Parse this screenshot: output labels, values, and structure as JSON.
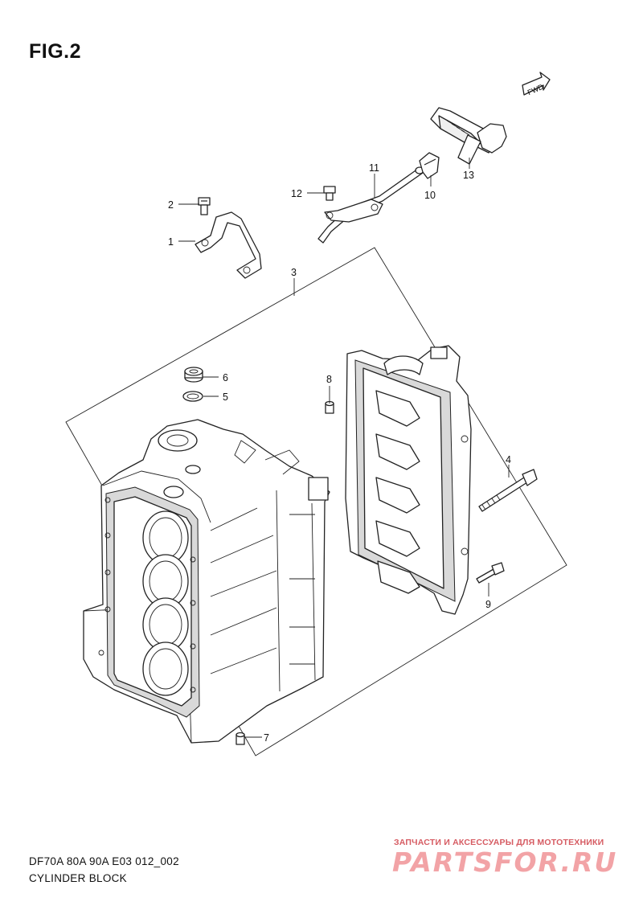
{
  "figure": {
    "title": "FIG.2",
    "code": "DF70A 80A 90A E03 012_002",
    "name": "CYLINDER BLOCK"
  },
  "direction_marker": {
    "label": "FWD",
    "icon": "fwd-arrow-icon"
  },
  "callouts": {
    "c1": "1",
    "c2": "2",
    "c3": "3",
    "c4": "4",
    "c5": "5",
    "c6": "6",
    "c7": "7",
    "c8": "8",
    "c9": "9",
    "c10": "10",
    "c11": "11",
    "c12": "12",
    "c13": "13"
  },
  "watermark": {
    "tagline": "ЗАПЧАСТИ И АКСЕССУАРЫ ДЛЯ МОТОТЕХНИКИ",
    "logo_text": "PARTSFOR.RU"
  }
}
